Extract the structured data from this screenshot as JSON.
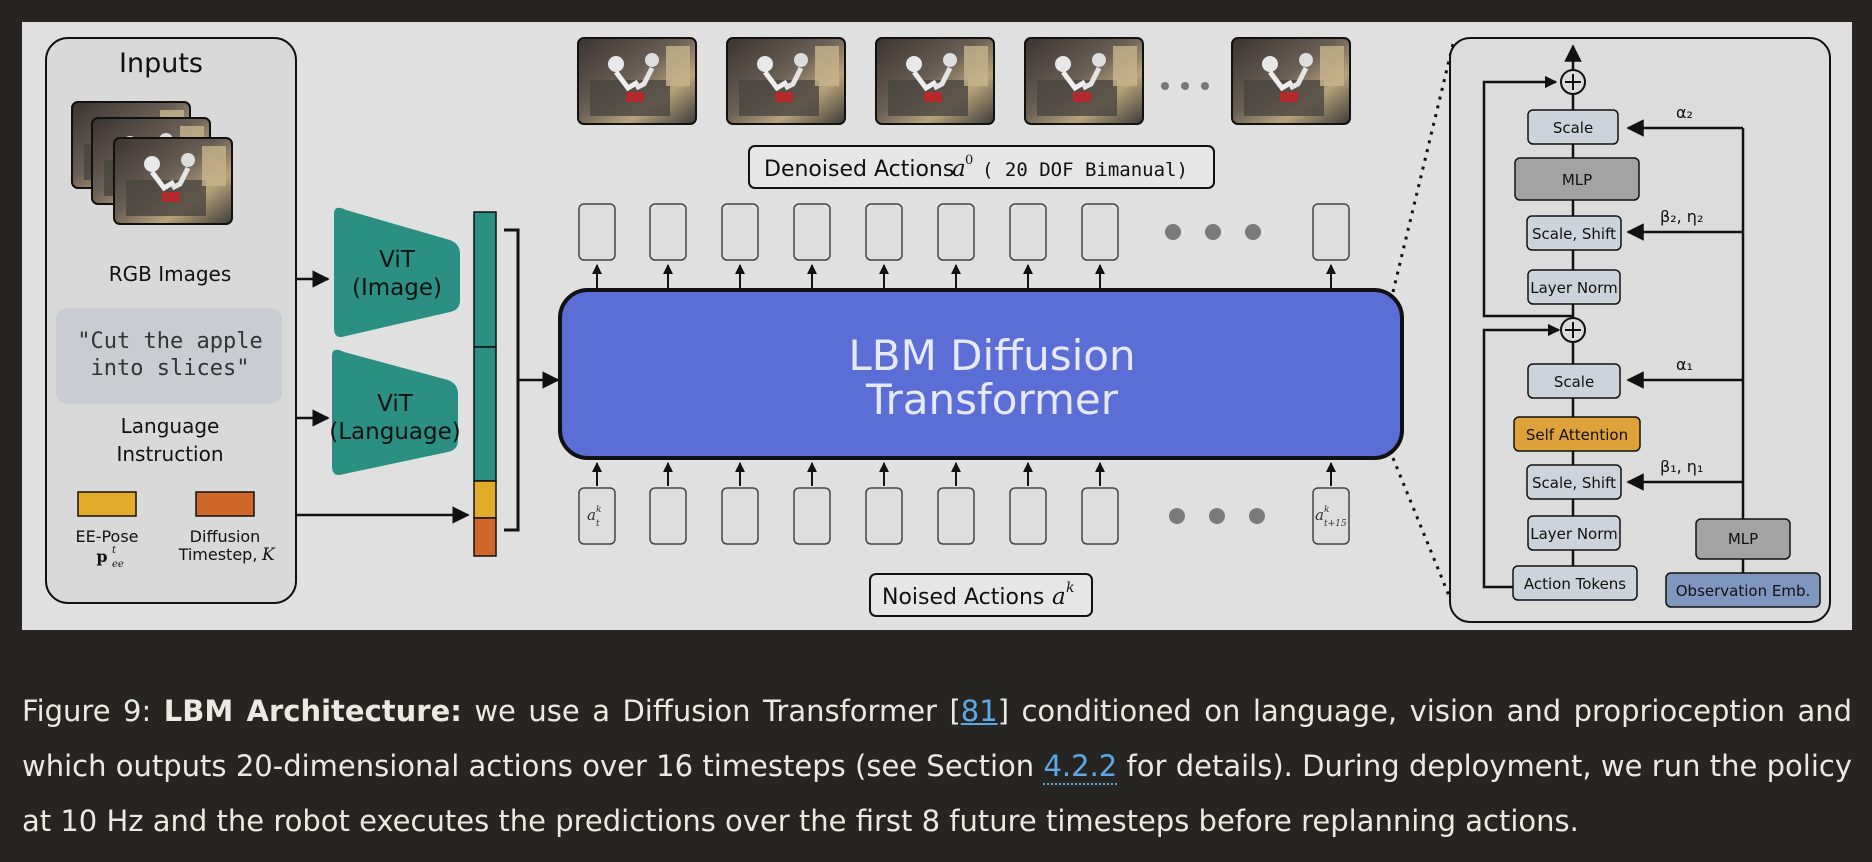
{
  "figure": {
    "inputs_title": "Inputs",
    "rgb_label": "RGB Images",
    "instruction_text": [
      "\"Cut the apple",
      "into slices\""
    ],
    "language_label": [
      "Language",
      "Instruction"
    ],
    "ee_pose_label": "EE-Pose",
    "ee_pose_symbol": "p",
    "diffusion_label": "Diffusion",
    "timestep_label": "Timestep,",
    "timestep_symbol": "K",
    "vit_image": [
      "ViT",
      "(Image)"
    ],
    "vit_language": [
      "ViT",
      "(Language)"
    ],
    "denoised_label": "Denoised Actions",
    "denoised_math": "a",
    "denoised_sup": "0",
    "denoised_mono": "( 20 DOF Bimanual)",
    "noised_label": "Noised Actions",
    "noised_math": "a",
    "noised_sup": "k",
    "token_first": "a",
    "token_first_sup": "k",
    "token_first_sub": "t",
    "token_last_sub": "t+15",
    "transformer_title": [
      "LBM Diffusion",
      "Transformer"
    ],
    "block": {
      "scale_top": "Scale",
      "mlp_top": "MLP",
      "scale_shift_top": "Scale, Shift",
      "layer_norm_top": "Layer Norm",
      "scale_bottom": "Scale",
      "self_attention": "Self Attention",
      "scale_shift_bottom": "Scale, Shift",
      "layer_norm_bottom": "Layer Norm",
      "action_tokens": "Action Tokens",
      "mlp_side": "MLP",
      "obs_emb": "Observation Emb.",
      "alpha2": "α₂",
      "beta2_eta2": "β₂, η₂",
      "alpha1": "α₁",
      "beta1_eta1": "β₁, η₁"
    },
    "colors": {
      "teal": "#2b8f83",
      "ee_pose": "#e3ab2a",
      "diffusion": "#d0672a",
      "transformer": "#5a6ed6",
      "self_attention": "#dfa23a",
      "obs_emb": "#7f96bf"
    }
  },
  "caption": {
    "prefix": "Figure 9: ",
    "bold": "LBM Architecture:",
    "part1": " we use a Diffusion Transformer [",
    "ref": "81",
    "part2": "] conditioned on language, vision and proprioception and which outputs 20-dimensional actions over 16 timesteps (see Section ",
    "section": "4.2.2",
    "part3": " for details). During deployment, we run the policy at 10 Hz and the robot executes the predictions over the first 8 future timesteps before replanning actions."
  }
}
